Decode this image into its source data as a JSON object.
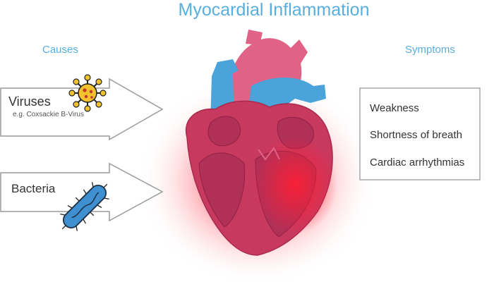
{
  "title": "Myocardial Inflammation",
  "causes": {
    "heading": "Causes",
    "viruses": {
      "label": "Viruses",
      "example": "e.g. Coxsackie B-Virus"
    },
    "bacteria": {
      "label": "Bacteria"
    }
  },
  "symptoms": {
    "heading": "Symptoms",
    "items": [
      "Weakness",
      "Shortness of breath",
      "Cardiac arrhythmias"
    ]
  },
  "colors": {
    "accent": "#5aaede",
    "heart_pink": "#e16287",
    "heart_dark": "#c8395f",
    "vessel_blue": "#4aa3d9",
    "inflammation": "#ff2a3c",
    "virus_yellow": "#f2c12e",
    "bacteria_blue": "#3e90d0"
  },
  "icons": [
    "virus-icon",
    "bacteria-icon",
    "heart-illustration"
  ]
}
